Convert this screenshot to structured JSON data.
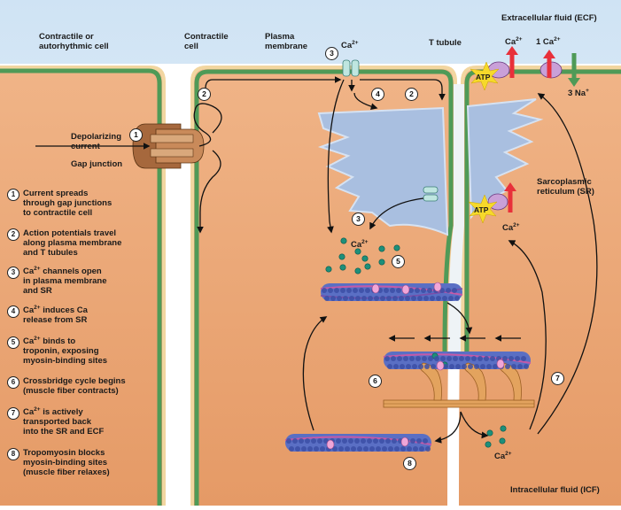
{
  "labels": {
    "ecf": "Extracellular fluid (ECF)",
    "icf": "Intracellular fluid (ICF)",
    "contractile_autorhythmic": "Contractile or\nautorhythmic cell",
    "contractile_cell": "Contractile\ncell",
    "plasma_membrane": "Plasma\nmembrane",
    "t_tubule": "T tubule",
    "depolarizing_current": "Depolarizing\ncurrent",
    "gap_junction": "Gap junction",
    "sr": "Sarcoplasmic\nreticulum (SR)",
    "atp": "ATP",
    "ca": "Ca",
    "ca_charge": "2+",
    "one_ca": "1 Ca",
    "three_na": "3 Na",
    "na_charge": "+"
  },
  "steps": [
    {
      "num": "1",
      "text": "Current spreads\nthrough gap junctions\nto contractile cell"
    },
    {
      "num": "2",
      "text": "Action potentials travel\nalong plasma membrane\nand T tubules"
    },
    {
      "num": "3",
      "text": "channels open\nin plasma membrane\nand SR"
    },
    {
      "num": "4",
      "text": "induces Ca\nrelease from SR"
    },
    {
      "num": "5",
      "text": "binds to\ntroponin, exposing\nmyosin-binding sites"
    },
    {
      "num": "6",
      "text": "Crossbridge cycle begins\n(muscle fiber contracts)"
    },
    {
      "num": "7",
      "text": "is actively\ntransported back\ninto the SR and ECF"
    },
    {
      "num": "8",
      "text": "Tropomyosin blocks\nmyosin-binding sites\n(muscle fiber relaxes)"
    }
  ],
  "colors": {
    "ecf_top": "#dcecf7",
    "cell_fill": "#e8a070",
    "membrane_green": "#4f9a57",
    "membrane_tan": "#f2d6a0",
    "sr_blue": "#a9bfe0",
    "actin_blue": "#5a6fc4",
    "calcium_teal": "#1d8f7a",
    "arrow_red": "#e8303a",
    "atp_yellow": "#f6d92a"
  }
}
